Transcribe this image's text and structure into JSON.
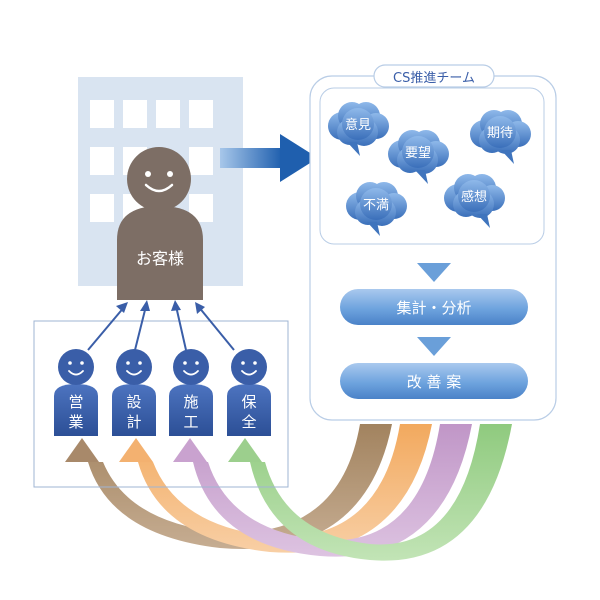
{
  "team": {
    "title": "CS推進チーム"
  },
  "customer": {
    "label": "お客様"
  },
  "voices": [
    "意見",
    "要望",
    "期待",
    "不満",
    "感想"
  ],
  "steps": {
    "aggregate": "集計・分析",
    "improve": "改 善 案"
  },
  "staff": [
    {
      "line1": "営",
      "line2": "業"
    },
    {
      "line1": "設",
      "line2": "計"
    },
    {
      "line1": "施",
      "line2": "工"
    },
    {
      "line1": "保",
      "line2": "全"
    }
  ],
  "colors": {
    "building": "#d9e4f1",
    "customer": "#7d6e65",
    "staff": "#3a5ea8",
    "cloud": "#4f86cc",
    "pill": "#6aa0dd",
    "arrow_main": "#2f6db5",
    "feedback": [
      "#a88a6a",
      "#f3b170",
      "#c9a2cf",
      "#9ccf8d"
    ]
  }
}
